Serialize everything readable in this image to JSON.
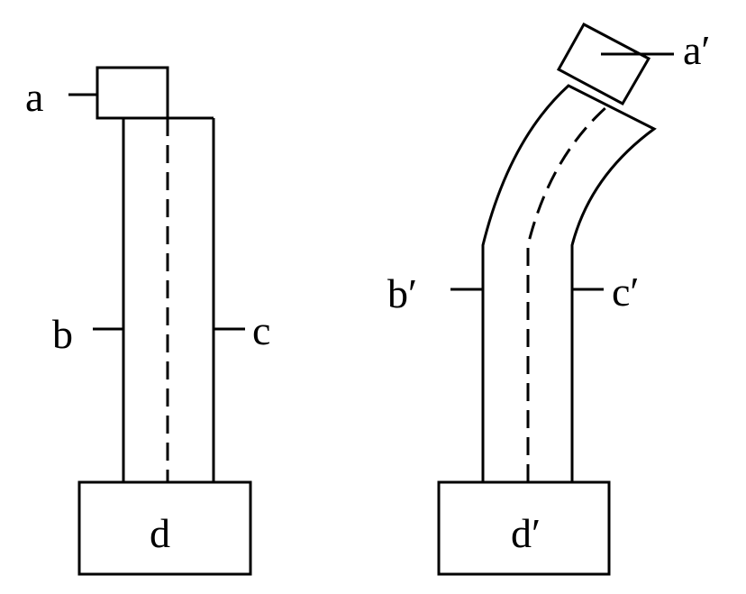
{
  "left_diagram": {
    "label_a": "a",
    "label_b": "b",
    "label_c": "c",
    "label_d": "d"
  },
  "right_diagram": {
    "label_a": "a′",
    "label_b": "b′",
    "label_c": "c′",
    "label_d": "d′"
  }
}
